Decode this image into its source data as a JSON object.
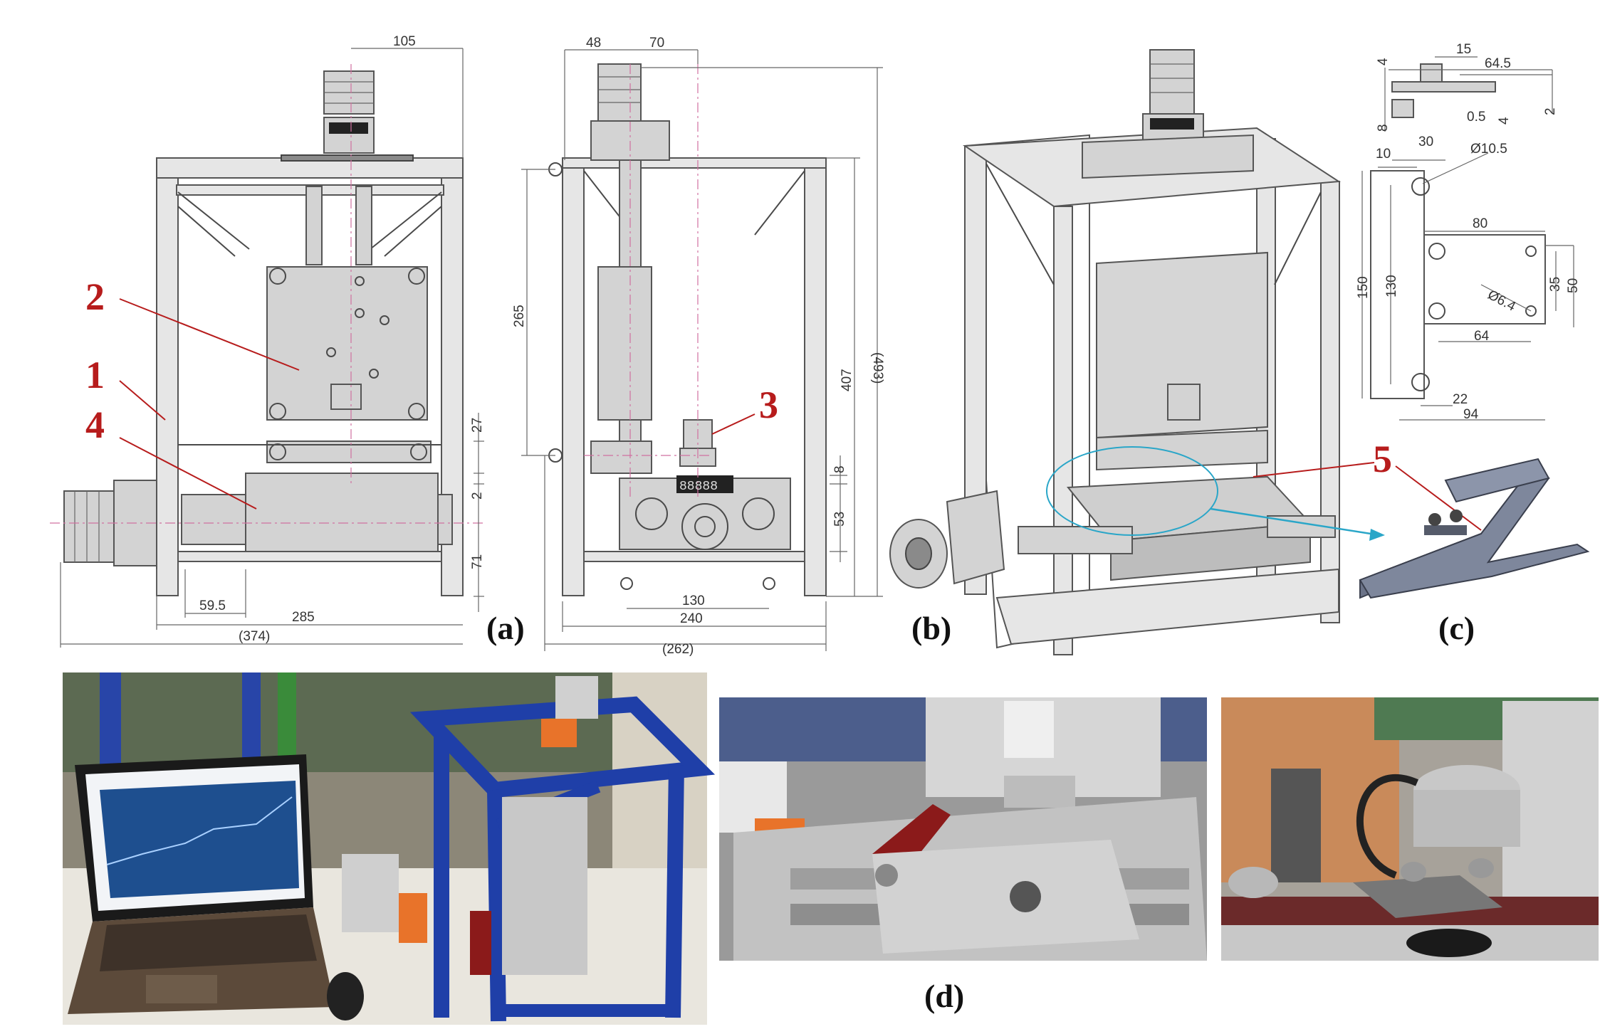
{
  "panels": {
    "a": "(a)",
    "b": "(b)",
    "c": "(c)",
    "d": "(d)"
  },
  "callouts": {
    "c1": "1",
    "c2": "2",
    "c3": "3",
    "c4": "4",
    "c5": "5"
  },
  "front_view_dims": {
    "top_width": "105",
    "height_27": "27",
    "height_2": "2",
    "height_71": "71",
    "offset_59_5": "59.5",
    "width_285": "285",
    "overall_374": "(374)"
  },
  "side_view_dims": {
    "top_48": "48",
    "top_70": "70",
    "height_265": "265",
    "height_493": "(493)",
    "height_407": "407",
    "height_8": "8",
    "height_53": "53",
    "width_130": "130",
    "width_240": "240",
    "overall_262": "(262)"
  },
  "part_dims": {
    "d15": "15",
    "d64_5": "64.5",
    "d4a": "4",
    "d8": "8",
    "d0_5": "0.5",
    "d4b": "4",
    "d2": "2",
    "d10": "10",
    "d30": "30",
    "hole_10_5": "Ø10.5",
    "d80": "80",
    "d150": "150",
    "d130": "130",
    "d35": "35",
    "d50": "50",
    "hole_6_4": "Ø6.4",
    "d64": "64",
    "d22": "22",
    "d94": "94"
  },
  "display_readout": "88888",
  "colors": {
    "callout_red": "#b71c1c",
    "frame_blue": "#1f3fa8",
    "leader_cyan": "#2aa6c8",
    "plate_red": "#8b1a1a"
  }
}
